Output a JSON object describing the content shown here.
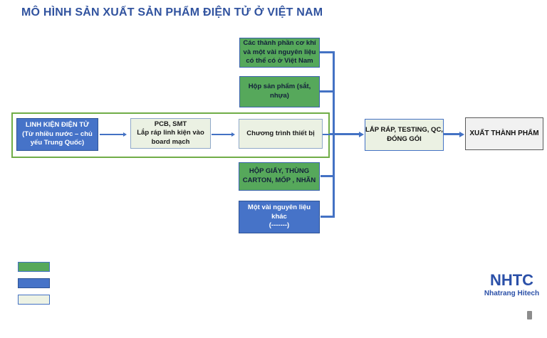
{
  "title": "MÔ HÌNH SẢN XUẤT SẢN PHẨM ĐIỆN TỬ Ở VIỆT NAM",
  "colors": {
    "title_blue": "#31539F",
    "box_green": "#56A85B",
    "box_blue": "#4673C8",
    "box_light_green": "#EBF1E3",
    "box_light_gray": "#F1F1F1",
    "container_border_green": "#70AD47",
    "connector_blue": "#4472C4",
    "logo_blue": "#2B50A8"
  },
  "diagram": {
    "top_boxes": [
      {
        "label": "Các thành phần cơ khí\nvà một vài nguyên liệu\ncó thể có ở Việt Nam"
      },
      {
        "label": "Hộp sản phẩm (sắt,\nnhựa)"
      }
    ],
    "main_flow": [
      {
        "label": "LINH KIỆN ĐIỆN TỬ\n(Từ nhiều nước – chủ\nyếu Trung Quốc)"
      },
      {
        "label": "PCB, SMT\nLắp ráp linh kiện vào\nboard mạch"
      },
      {
        "label": "Chương trình thiết bị"
      },
      {
        "label": "LẮP RÁP, TESTING, QC,\nĐÓNG GÓI"
      },
      {
        "label": "XUẤT THÀNH PHẨM"
      }
    ],
    "bottom_boxes": [
      {
        "label": "HỘP GIẤY, THÙNG\nCARTON, MỐP , NHÃN"
      },
      {
        "label": "Một vài nguyên liệu\nkhác\n(-------)"
      }
    ]
  },
  "legend": {
    "swatches": [
      {
        "name": "green",
        "color": "#56A85B"
      },
      {
        "name": "blue",
        "color": "#4673C8"
      },
      {
        "name": "white",
        "color": "#EDF2E4"
      }
    ]
  },
  "logo": {
    "acronym": "NHTC",
    "name": "Nhatrang Hitech"
  }
}
